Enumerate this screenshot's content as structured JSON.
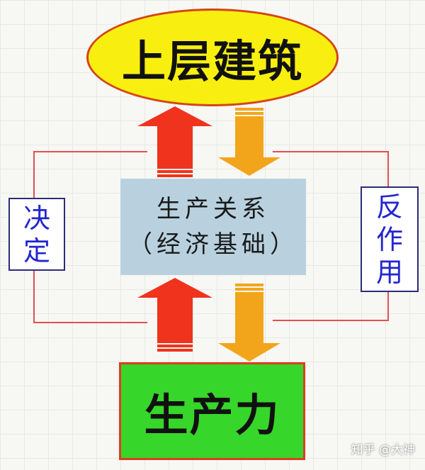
{
  "diagram": {
    "superstructure": "上层建筑",
    "relations_line1": "生产关系",
    "relations_line2": "（经济基础）",
    "productive_forces": "生产力",
    "left_label": [
      "决",
      "定"
    ],
    "right_label": [
      "反",
      "作",
      "用"
    ]
  },
  "watermark": "知乎 @大神",
  "colors": {
    "up_arrow": "#f0331c",
    "down_arrow": "#f2a51a",
    "connector_line": "#e05050"
  }
}
